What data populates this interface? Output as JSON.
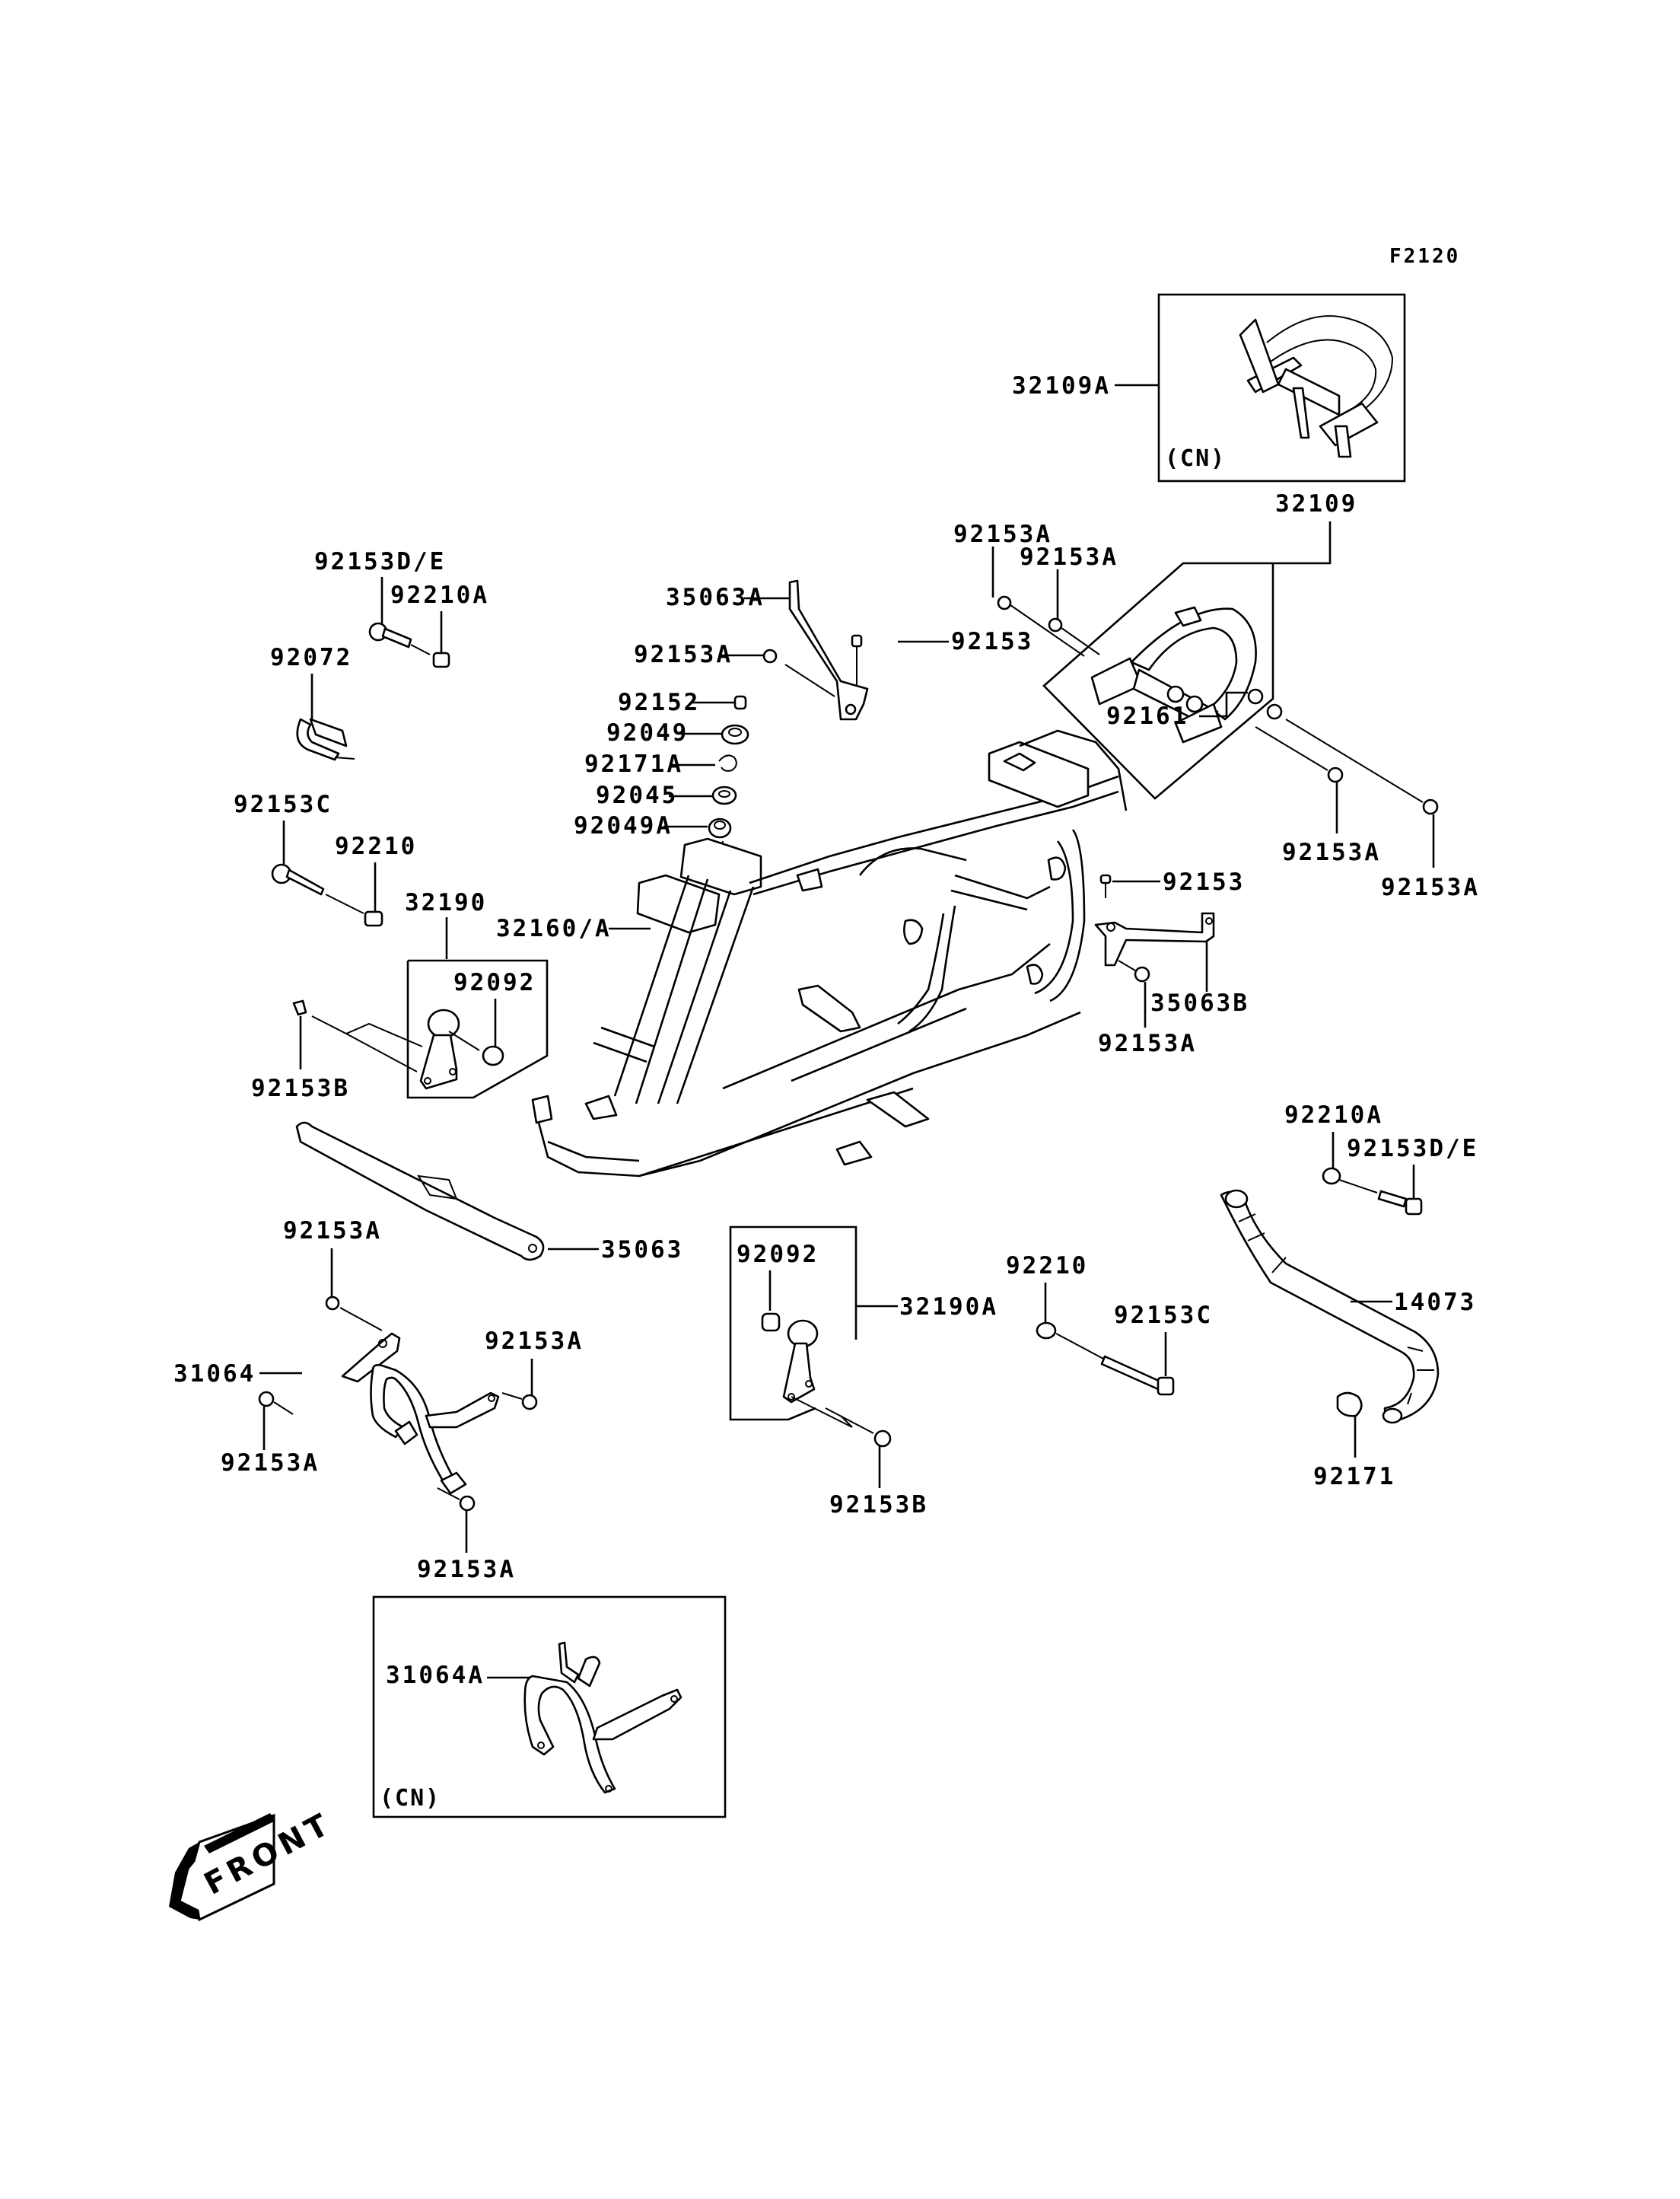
{
  "figure_code": "F2120",
  "variant_tag": "(CN)",
  "front_marker": "FRONT",
  "labels": {
    "l32109A": "32109A",
    "l32109": "32109",
    "l92153A_top1": "92153A",
    "l92153A_top2": "92153A",
    "l92161": "92161",
    "l92153A_rr1": "92153A",
    "l92153A_rr2": "92153A",
    "l92153D_E_top": "92153D/E",
    "l92210A_top": "92210A",
    "l92072": "92072",
    "l35063A": "35063A",
    "l92153A_mid": "92153A",
    "l92153_mid": "92153",
    "l92152": "92152",
    "l92049": "92049",
    "l92171A": "92171A",
    "l92045": "92045",
    "l92049A": "92049A",
    "l92153C_left": "92153C",
    "l92210_left": "92210",
    "l32190": "32190",
    "l92092_left": "92092",
    "l92153B_left": "92153B",
    "l32160A": "32160/A",
    "l92153_right": "92153",
    "l35063B": "35063B",
    "l92153A_35063B": "92153A",
    "l92210A_right": "92210A",
    "l92153D_E_right": "92153D/E",
    "l14073": "14073",
    "l92171": "92171",
    "l35063": "35063",
    "l92092_mid": "92092",
    "l32190A": "32190A",
    "l92153B_mid": "92153B",
    "l92210_mid": "92210",
    "l92153C_mid": "92153C",
    "l92153A_31064_top": "92153A",
    "l31064": "31064",
    "l92153A_31064_right": "92153A",
    "l92153A_31064_left": "92153A",
    "l92153A_31064_bottom": "92153A",
    "l31064A": "31064A"
  }
}
